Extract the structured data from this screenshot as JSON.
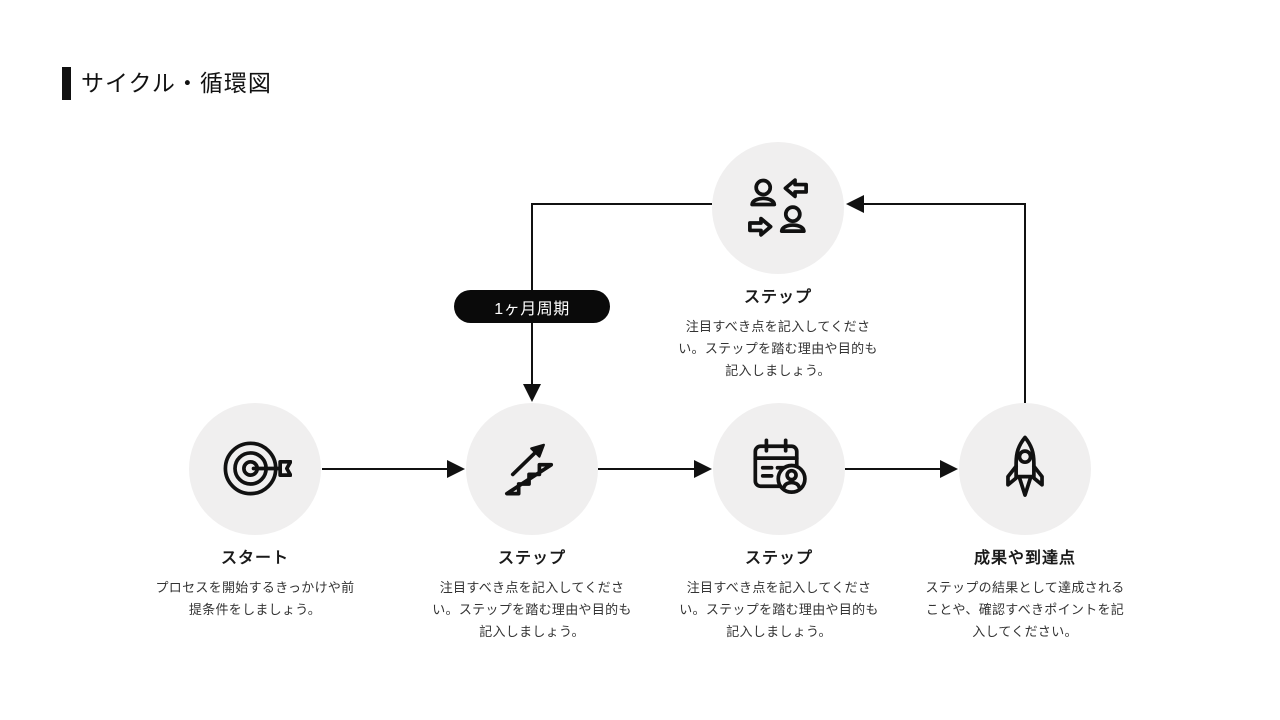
{
  "page": {
    "background": "#ffffff"
  },
  "header": {
    "title": "サイクル・循環図",
    "accent_color": "#111111"
  },
  "cycle_badge": {
    "label": "1ヶ月周期",
    "bg": "#0a0a0a",
    "text_color": "#ffffff"
  },
  "diagram": {
    "circle_fill": "#f0efef",
    "stroke_color": "#111111",
    "nodes": [
      {
        "id": "cycle-step",
        "icon": "people-exchange-icon",
        "label": "ステップ",
        "description": "注目すべき点を記入してください。ステップを踏む理由や目的も記入しましょう。"
      },
      {
        "id": "start",
        "icon": "target-icon",
        "label": "スタート",
        "description": "プロセスを開始するきっかけや前提条件をしましょう。"
      },
      {
        "id": "step-2",
        "icon": "stairs-growth-icon",
        "label": "ステップ",
        "description": "注目すべき点を記入してください。ステップを踏む理由や目的も記入しましょう。"
      },
      {
        "id": "step-3",
        "icon": "calendar-user-icon",
        "label": "ステップ",
        "description": "注目すべき点を記入してください。ステップを踏む理由や目的も記入しましょう。"
      },
      {
        "id": "goal",
        "icon": "rocket-icon",
        "label": "成果や到達点",
        "description": "ステップの結果として達成されることや、確認すべきポイントを記入してください。"
      }
    ]
  }
}
